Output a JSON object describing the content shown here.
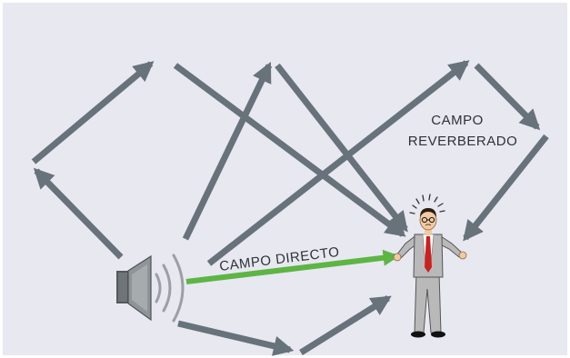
{
  "labels": {
    "reverberant_field_line1": "CAMPO",
    "reverberant_field_line2": "REVERBERADO",
    "direct_field": "CAMPO DIRECTO"
  },
  "colors": {
    "background": "#e8e8f1",
    "reflection_arrow": "#67727a",
    "direct_arrow": "#5db544",
    "speaker": "#8e9497",
    "person_suit": "#b9b9b9",
    "person_tie": "#cc1f1f"
  },
  "icons": {
    "source": "loudspeaker-icon",
    "listener": "stressed-man-icon"
  }
}
